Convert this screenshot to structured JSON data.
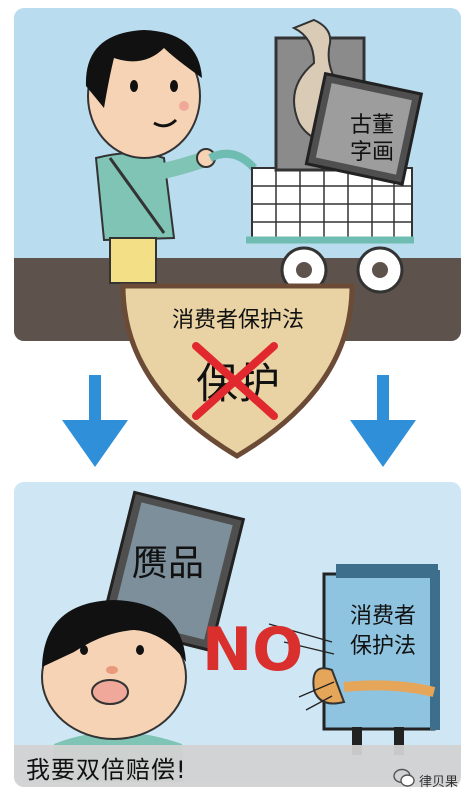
{
  "top_panel": {
    "frame_label": "古董\n字画",
    "shield_title": "消费者保护法",
    "shield_crossed_text": "保护"
  },
  "bottom_panel": {
    "frame_label": "赝品",
    "no_text": "NO",
    "book_label_line1": "消费者",
    "book_label_line2": "保护法",
    "caption": "我要双倍赔偿!"
  },
  "watermark": {
    "text": "律贝果"
  },
  "colors": {
    "sky_top": "#b9dcef",
    "sky_bottom": "#cfe7f4",
    "ground": "#5e534c",
    "arrow": "#2f8fd8",
    "shield": "#e9d3a4",
    "cross": "#e0282e",
    "no_red": "#d9302e",
    "book": "#8ec4e0"
  },
  "icons": [
    "down-arrow-icon",
    "shield-icon",
    "cross-icon",
    "wechat-icon"
  ]
}
